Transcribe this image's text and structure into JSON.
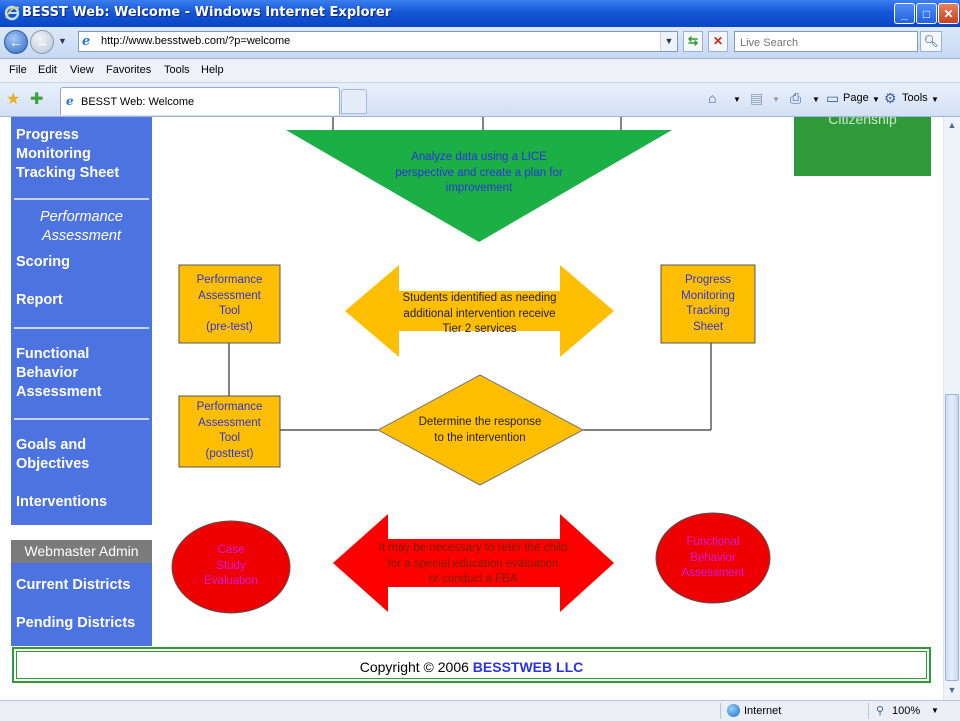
{
  "window": {
    "title": "BESST Web: Welcome - Windows Internet Explorer",
    "buttons": {
      "minimize": "_",
      "maximize": "□",
      "close": "✕"
    }
  },
  "address": {
    "url": "http://www.besstweb.com/?p=welcome",
    "search_placeholder": "Live Search"
  },
  "menu": [
    "File",
    "Edit",
    "View",
    "Favorites",
    "Tools",
    "Help"
  ],
  "tab": {
    "label": "BESST Web: Welcome"
  },
  "commandbar": {
    "page": "Page",
    "tools": "Tools"
  },
  "sidebar": {
    "progress_link": [
      "Progress",
      "Monitoring",
      "Tracking Sheet"
    ],
    "perf_heading": [
      "Performance",
      "Assessment"
    ],
    "scoring": "Scoring",
    "report": "Report",
    "fba": [
      "Functional",
      "Behavior",
      "Assessment"
    ],
    "goals": [
      "Goals and",
      "Objectives"
    ],
    "interventions": "Interventions",
    "admin_heading": "Webmaster Admin",
    "current_districts": "Current Districts",
    "pending_districts": "Pending Districts"
  },
  "green_box_text": "Citizenship",
  "diagram": {
    "triangle": [
      "Analyze data using a LICE",
      "perspective and create a plan for",
      "improvement"
    ],
    "pre_test": [
      "Performance",
      "Assessment",
      "Tool",
      "(pre-test)"
    ],
    "tier2": [
      "Students identified as needing",
      "additional intervention receive",
      "Tier 2 services"
    ],
    "tracking": [
      "Progress",
      "Monitoring",
      "Tracking",
      "Sheet"
    ],
    "post_test": [
      "Performance",
      "Assessment",
      "Tool",
      "(posttest)"
    ],
    "response": [
      "Determine the response",
      "to the intervention"
    ],
    "case_study": [
      "Case",
      "Study",
      "Evaluation"
    ],
    "refer": [
      "It may be necessary to refer the child",
      "for a special education evaluation",
      "or conduct a FBA"
    ],
    "fba_circle": [
      "Functional",
      "Behavior",
      "Assessment"
    ]
  },
  "footer": {
    "copyright": "Copyright © 2006",
    "company": "BESSTWEB LLC"
  },
  "status": {
    "zone": "Internet",
    "zoom": "100%"
  },
  "colors": {
    "sidebar": "#4d73e0",
    "green": "#2e9a3a",
    "gold": "#ffbf00",
    "red": "#ff0000",
    "link_blue": "#2a35d8"
  }
}
